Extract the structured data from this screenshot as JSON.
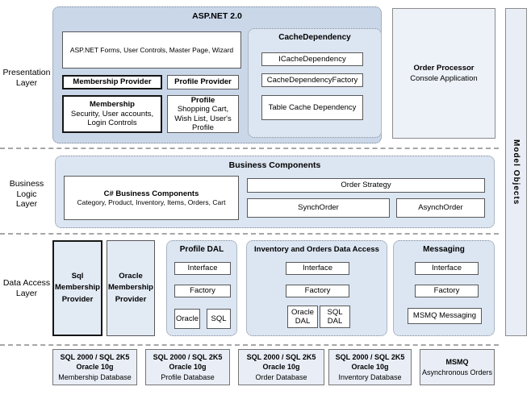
{
  "layer_labels": {
    "presentation": "Presentation\nLayer",
    "business": "Business Logic\nLayer",
    "data_access": "Data Access\nLayer"
  },
  "aspnet": {
    "title": "ASP.NET 2.0",
    "forms": "ASP.NET Forms, User Controls, Master Page, Wizard",
    "membership_provider": "Membership Provider",
    "profile_provider": "Profile Provider",
    "membership_title": "Membership",
    "membership_sub": "Security, User accounts, Login Controls",
    "profile_title": "Profile",
    "profile_sub": "Shopping Cart, Wish List, User's Profile",
    "cache": {
      "title": "CacheDependency",
      "item1": "ICacheDependency",
      "item2": "CacheDependencyFactory",
      "item3": "Table Cache Dependency"
    }
  },
  "order_processor": {
    "title": "Order Processor",
    "subtitle": "Console Application"
  },
  "model_objects": "Model Objects",
  "business": {
    "title": "Business Components",
    "csharp_title": "C# Business Components",
    "csharp_sub": "Category, Product, Inventory, Items, Orders, Cart",
    "order_strategy": "Order Strategy",
    "synch": "SynchOrder",
    "asynch": "AsynchOrder"
  },
  "data_access": {
    "sql_provider": "Sql\nMembership\nProvider",
    "oracle_provider": "Oracle\nMembership\nProvider",
    "profile_dal": {
      "title": "Profile DAL",
      "interface": "Interface",
      "factory": "Factory",
      "oracle": "Oracle",
      "sql": "SQL"
    },
    "inventory": {
      "title": "Inventory and Orders Data Access",
      "interface": "Interface",
      "factory": "Factory",
      "oracle_dal": "Oracle\nDAL",
      "sql_dal": "SQL\nDAL"
    },
    "messaging": {
      "title": "Messaging",
      "interface": "Interface",
      "factory": "Factory",
      "msmq": "MSMQ Messaging"
    }
  },
  "databases": [
    {
      "line1": "SQL 2000 / SQL 2K5",
      "line2": "Oracle 10g",
      "line3": "Membership Database"
    },
    {
      "line1": "SQL 2000 / SQL 2K5",
      "line2": "Oracle 10g",
      "line3": "Profile Database"
    },
    {
      "line1": "SQL 2000 / SQL 2K5",
      "line2": "Oracle 10g",
      "line3": "Order Database"
    },
    {
      "line1": "SQL 2000 / SQL 2K5",
      "line2": "Oracle 10g",
      "line3": "Inventory Database"
    },
    {
      "line1": "MSMQ",
      "line2": "",
      "line3": "Asynchronous Orders"
    }
  ],
  "colors": {
    "outer_container": "#c9d7e9",
    "inner_container": "#dce6f2",
    "light_box": "#edf1f8",
    "database_box": "#e9eef6",
    "white_box": "#ffffff"
  }
}
